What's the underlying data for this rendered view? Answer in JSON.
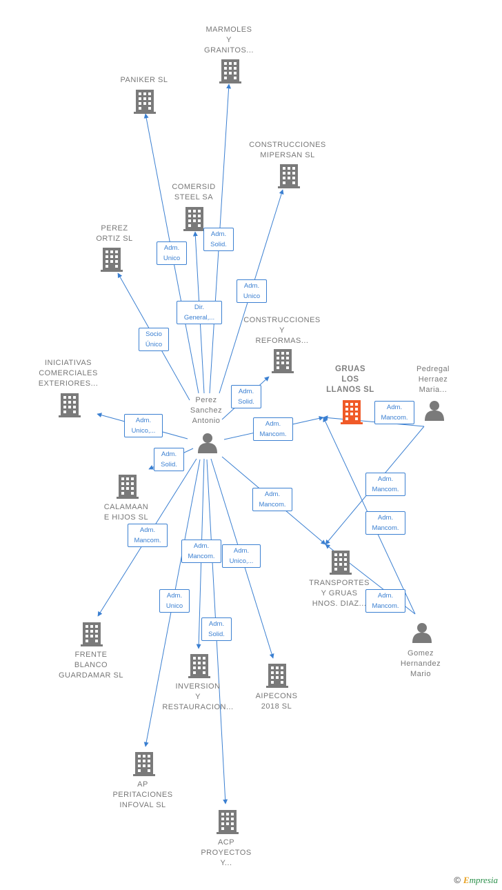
{
  "colors": {
    "edge": "#3a7fd1",
    "company": "#7a7a7a",
    "main_company": "#f05a28",
    "person": "#7a7a7a"
  },
  "nodes": [
    {
      "id": "perez",
      "type": "person",
      "label": "Perez\nSanchez\nAntonio"
    },
    {
      "id": "pedregal",
      "type": "person",
      "label": "Pedregal\nHerraez\nMaria..."
    },
    {
      "id": "gomez",
      "type": "person",
      "label": "Gomez\nHernandez\nMario"
    },
    {
      "id": "marmoles",
      "type": "company",
      "label": "MARMOLES\nY\nGRANITOS..."
    },
    {
      "id": "paniker",
      "type": "company",
      "label": "PANIKER SL"
    },
    {
      "id": "construcciones_mipersan",
      "type": "company",
      "label": "CONSTRUCCIONES\nMIPERSAN SL"
    },
    {
      "id": "comersid",
      "type": "company",
      "label": "COMERSID\nSTEEL SA"
    },
    {
      "id": "perez_ortiz",
      "type": "company",
      "label": "PEREZ\nORTIZ  SL"
    },
    {
      "id": "construcciones_reformas",
      "type": "company",
      "label": "CONSTRUCCIONES\nY\nREFORMAS..."
    },
    {
      "id": "gruas",
      "type": "main",
      "label": "GRUAS\nLOS\nLLANOS  SL"
    },
    {
      "id": "iniciativas",
      "type": "company",
      "label": "INICIATIVAS\nCOMERCIALES\nEXTERIORES..."
    },
    {
      "id": "calamaan",
      "type": "company",
      "label": "CALAMAAN\nE HIJOS  SL"
    },
    {
      "id": "transportes",
      "type": "company",
      "label": "TRANSPORTES\nY GRUAS\nHNOS.  DIAZ..."
    },
    {
      "id": "frente",
      "type": "company",
      "label": "FRENTE\nBLANCO\nGUARDAMAR SL"
    },
    {
      "id": "inversion",
      "type": "company",
      "label": "INVERSION\nY\nRESTAURACION..."
    },
    {
      "id": "aipecons",
      "type": "company",
      "label": "AIPECONS\n2018  SL"
    },
    {
      "id": "ap_peritaciones",
      "type": "company",
      "label": "AP\nPERITACIONES\nINFOVAL  SL"
    },
    {
      "id": "acp",
      "type": "company",
      "label": "ACP\nPROYECTOS\nY..."
    }
  ],
  "edges": [
    {
      "from": "perez",
      "to": "marmoles",
      "label": "Adm.\nSolid."
    },
    {
      "from": "perez",
      "to": "paniker",
      "label": "Adm.\nUnico"
    },
    {
      "from": "perez",
      "to": "construcciones_mipersan",
      "label": "Adm.\nUnico"
    },
    {
      "from": "perez",
      "to": "comersid",
      "label": "Dir.\nGeneral,..."
    },
    {
      "from": "perez",
      "to": "perez_ortiz",
      "label": "Socio\nÚnico"
    },
    {
      "from": "perez",
      "to": "construcciones_reformas",
      "label": "Adm.\nSolid."
    },
    {
      "from": "perez",
      "to": "gruas",
      "label": "Adm.\nMancom."
    },
    {
      "from": "perez",
      "to": "iniciativas",
      "label": "Adm.\nUnico,..."
    },
    {
      "from": "perez",
      "to": "calamaan",
      "label": "Adm.\nSolid."
    },
    {
      "from": "perez",
      "to": "transportes",
      "label": "Adm.\nMancom."
    },
    {
      "from": "perez",
      "to": "frente",
      "label": "Adm.\nMancom."
    },
    {
      "from": "perez",
      "to": "inversion",
      "label": "Adm.\nSolid."
    },
    {
      "from": "perez",
      "to": "aipecons",
      "label": "Adm.\nUnico,..."
    },
    {
      "from": "perez",
      "to": "ap_peritaciones",
      "label": "Adm.\nUnico"
    },
    {
      "from": "perez",
      "to": "acp",
      "label": "Adm.\nMancom."
    },
    {
      "from": "pedregal",
      "to": "gruas",
      "label": "Adm.\nMancom."
    },
    {
      "from": "pedregal",
      "to": "transportes",
      "label": "Adm.\nMancom."
    },
    {
      "from": "gomez",
      "to": "gruas",
      "label": "Adm.\nMancom."
    },
    {
      "from": "gomez",
      "to": "transportes",
      "label": "Adm.\nMancom."
    }
  ],
  "footer": {
    "copyright": "©",
    "brand_initial": "E",
    "brand_rest": "mpresia"
  }
}
